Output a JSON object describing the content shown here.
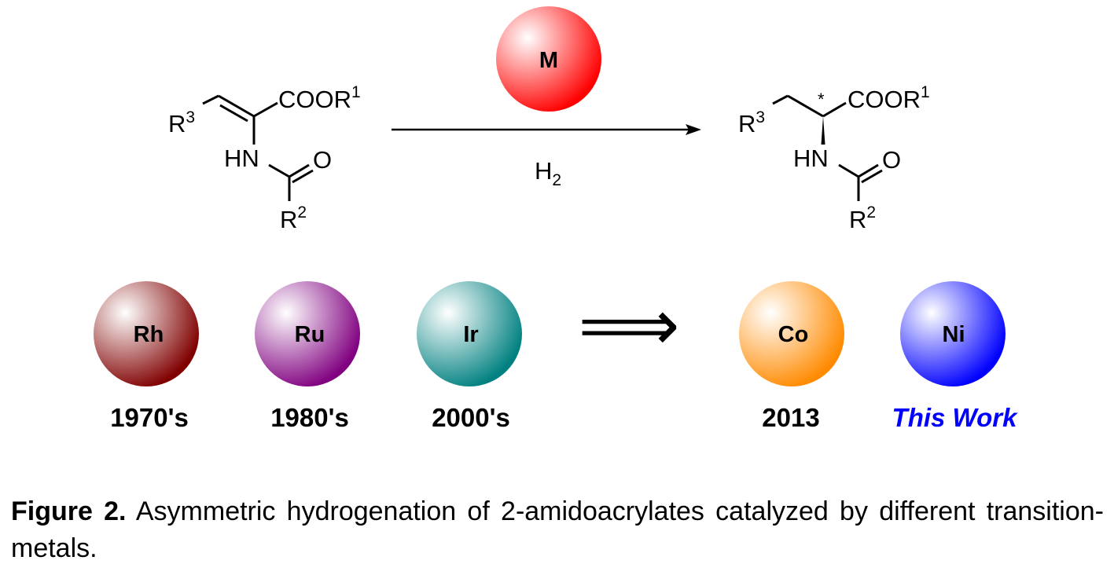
{
  "reaction": {
    "substrate": {
      "r3": "R",
      "r3_sup": "3",
      "coor": "COOR",
      "coor_sup": "1",
      "hn": "HN",
      "o": "O",
      "r2": "R",
      "r2_sup": "2"
    },
    "product": {
      "r3": "R",
      "r3_sup": "3",
      "coor": "COOR",
      "coor_sup": "1",
      "hn": "HN",
      "o": "O",
      "r2": "R",
      "r2_sup": "2",
      "stereo_mark": "*"
    },
    "catalyst": "M",
    "reagent": "H",
    "reagent_sub": "2"
  },
  "metals": [
    {
      "symbol": "Rh",
      "era": "1970's",
      "color": "#800000"
    },
    {
      "symbol": "Ru",
      "era": "1980's",
      "color": "#800080"
    },
    {
      "symbol": "Ir",
      "era": "2000's",
      "color": "#008080"
    },
    {
      "symbol": "Co",
      "era": "2013",
      "color": "#ff8a00"
    },
    {
      "symbol": "Ni",
      "era": "This Work",
      "color": "#0000ff"
    }
  ],
  "catalyst_color": "#ff0000",
  "implies_arrow": "⟹",
  "caption": {
    "label": "Figure 2.",
    "text": " Asymmetric hydrogenation of 2-amidoacrylates catalyzed by different transition-metals."
  }
}
